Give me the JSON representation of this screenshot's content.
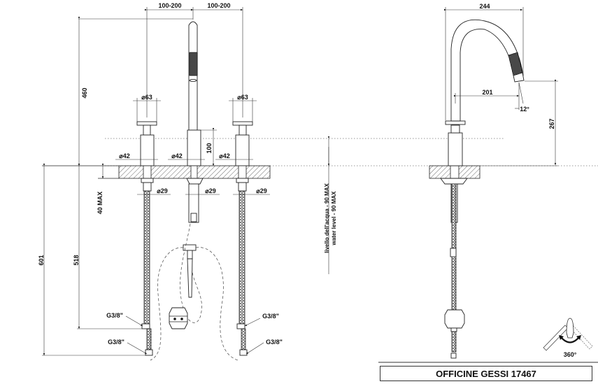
{
  "drawing": {
    "front_view": {
      "spacing_left": "100-200",
      "spacing_right": "100-200",
      "overall_height": "460",
      "handle_diameter_left": "⌀63",
      "handle_diameter_right": "⌀63",
      "body_diameter_left": "⌀42",
      "body_diameter_center": "⌀42",
      "body_diameter_right": "⌀42",
      "body_height": "100",
      "shank_diameter_left": "⌀29",
      "shank_diameter_center": "⌀29",
      "shank_diameter_right": "⌀29",
      "deck_thickness": "40  MAX",
      "hose_length_total": "601",
      "hose_length_short": "518",
      "connection_left_upper": "G3/8\"",
      "connection_left_lower": "G3/8\"",
      "connection_right_upper": "G3/8\"",
      "connection_right_lower": "G3/8\""
    },
    "water_level": {
      "italian": "livello dell'acqua  -  90  MAX",
      "english": "water level  -  90  MAX"
    },
    "side_view": {
      "spout_reach_total": "244",
      "spout_reach": "201",
      "spout_angle": "12°",
      "spout_height": "267"
    },
    "rotation_symbol": {
      "label": "360°"
    }
  },
  "title_block": {
    "text": "OFFICINE GESSI  17467"
  },
  "colors": {
    "line": "#222222",
    "hatch": "#444444",
    "background": "#ffffff"
  }
}
